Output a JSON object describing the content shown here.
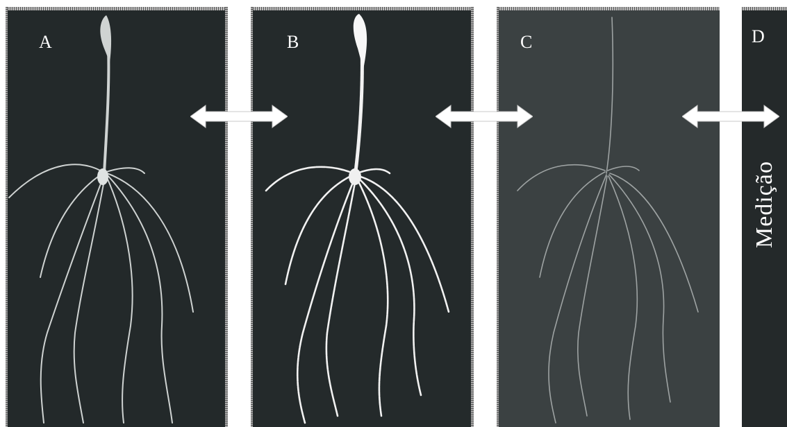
{
  "panels": [
    {
      "label": "A"
    },
    {
      "label": "B"
    },
    {
      "label": "C"
    },
    {
      "label": "D"
    }
  ],
  "measure_label": "Medição",
  "colors": {
    "panel_dark": "#23292a",
    "panel_gray": "#3b4142",
    "root_a": "#cfd3d2",
    "root_b": "#f2f2f2",
    "root_c": "#9ea3a3",
    "arrow": "#ffffff"
  },
  "icons": {
    "arrows": "double-headed-arrow-icon"
  }
}
